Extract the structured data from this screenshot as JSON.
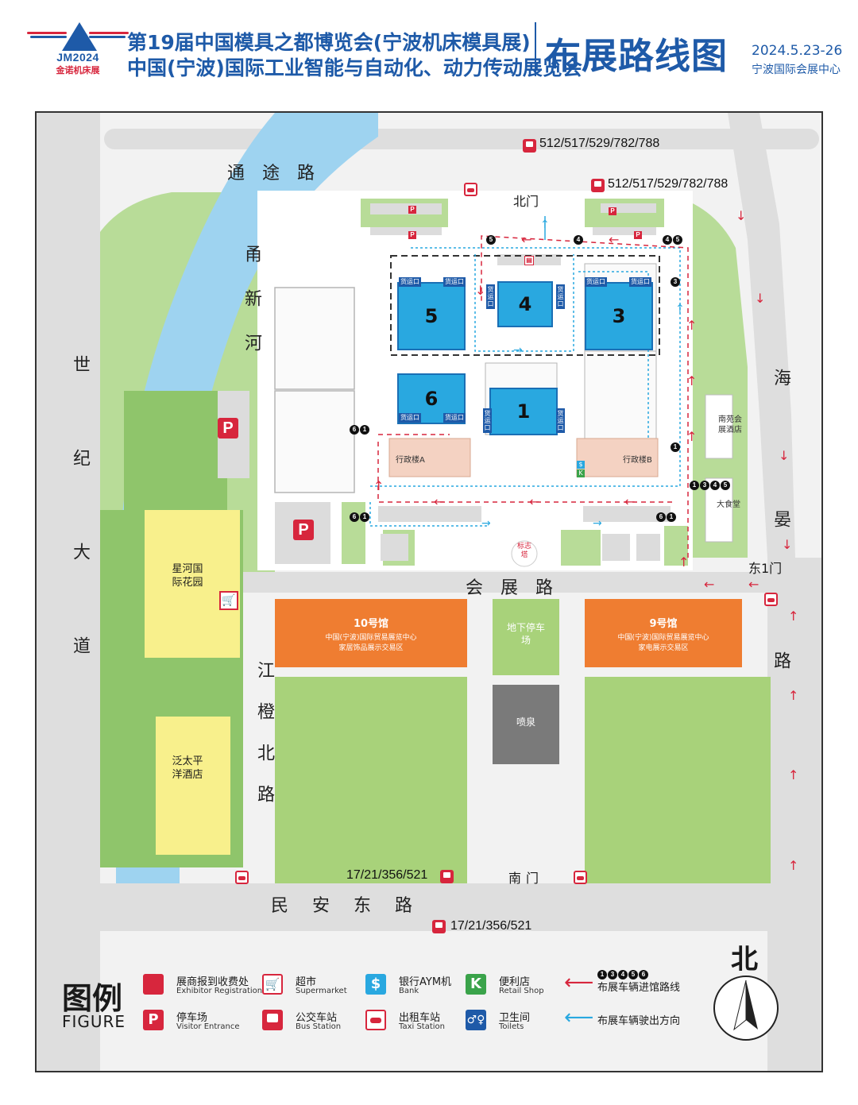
{
  "header": {
    "logo_text": "JM2024",
    "logo_sub": "金诺机床展",
    "title_line1": "第19届中国模具之都博览会(宁波机床模具展)",
    "title_line2": "中国(宁波)国际工业智能与自动化、动力传动展览会",
    "map_title": "布展路线图",
    "date": "2024.5.23-26",
    "venue": "宁波国际会展中心"
  },
  "colors": {
    "brand_blue": "#1e5aa8",
    "hall_blue": "#29a8e0",
    "route_red": "#d7263d",
    "green": "#a8d27a",
    "orange": "#ef7d31",
    "yellow": "#f8f08c",
    "river": "#9ed3f0"
  },
  "roads": {
    "tongtu": "通途路",
    "yong_xin_he": "甬新河",
    "shiji_dadao": "世纪大道",
    "haiyan": "海晏路",
    "huizhan": "会展路",
    "jiangcheng_bei": "江橙北路",
    "minan_dong": "民安东路"
  },
  "gates": {
    "north": "北门",
    "east1": "东1门",
    "south": "南门"
  },
  "bus_routes": {
    "north_top": "512/517/529/782/788",
    "north_second": "512/517/529/782/788",
    "south_inner": "17/21/356/521",
    "south_outer": "17/21/356/521"
  },
  "halls": {
    "h1": "1",
    "h3": "3",
    "h4": "4",
    "h5": "5",
    "h6": "6"
  },
  "loading_dock": "货运口",
  "buildings": {
    "admin_a": "行政楼A",
    "admin_b": "行政楼B",
    "nanyuan_hotel": "南苑会展酒店",
    "canteen": "大食堂",
    "landmark_tower": "标志塔",
    "xinghe_garden": "星河国际花园",
    "pacific_hotel": "泛太平洋酒店",
    "underground_parking": "地下停车场",
    "fountain": "喷泉",
    "hall10_name": "10号馆",
    "hall10_desc1": "中国(宁波)国际贸易展览中心",
    "hall10_desc2": "家居饰品展示交易区",
    "hall9_name": "9号馆",
    "hall9_desc1": "中国(宁波)国际贸易展览中心",
    "hall9_desc2": "家电展示交易区"
  },
  "entry_markers": {
    "m_north_5": "5",
    "m_north_4": "4",
    "m_north_45a": "4",
    "m_north_45b": "5",
    "m_east_3": "3",
    "m_east_1": "1",
    "m_east_group": [
      "1",
      "3",
      "4",
      "5"
    ],
    "m_west_61a": [
      "6",
      "1"
    ],
    "m_west_61b": [
      "6",
      "1"
    ],
    "m_se_61": [
      "6",
      "1"
    ]
  },
  "compass": {
    "label": "北"
  },
  "legend": {
    "title": "图例",
    "subtitle": "FIGURE",
    "items": [
      {
        "zh": "展商报到收费处",
        "en": "Exhibitor Registration",
        "icon": "registration-icon"
      },
      {
        "zh": "超市",
        "en": "Supermarket",
        "icon": "cart-icon"
      },
      {
        "zh": "银行AYM机",
        "en": "Bank",
        "icon": "dollar-icon"
      },
      {
        "zh": "便利店",
        "en": "Retail Shop",
        "icon": "k-icon"
      },
      {
        "zh": "停车场",
        "en": "Visitor Entrance",
        "icon": "parking-icon"
      },
      {
        "zh": "公交车站",
        "en": "Bus Station",
        "icon": "bus-icon"
      },
      {
        "zh": "出租车站",
        "en": "Taxi Station",
        "icon": "taxi-icon"
      },
      {
        "zh": "卫生间",
        "en": "Toilets",
        "icon": "toilet-icon"
      }
    ],
    "route_numbers": [
      "1",
      "3",
      "4",
      "5",
      "6"
    ],
    "route_in": "布展车辆进馆路线",
    "route_out": "布展车辆驶出方向"
  }
}
